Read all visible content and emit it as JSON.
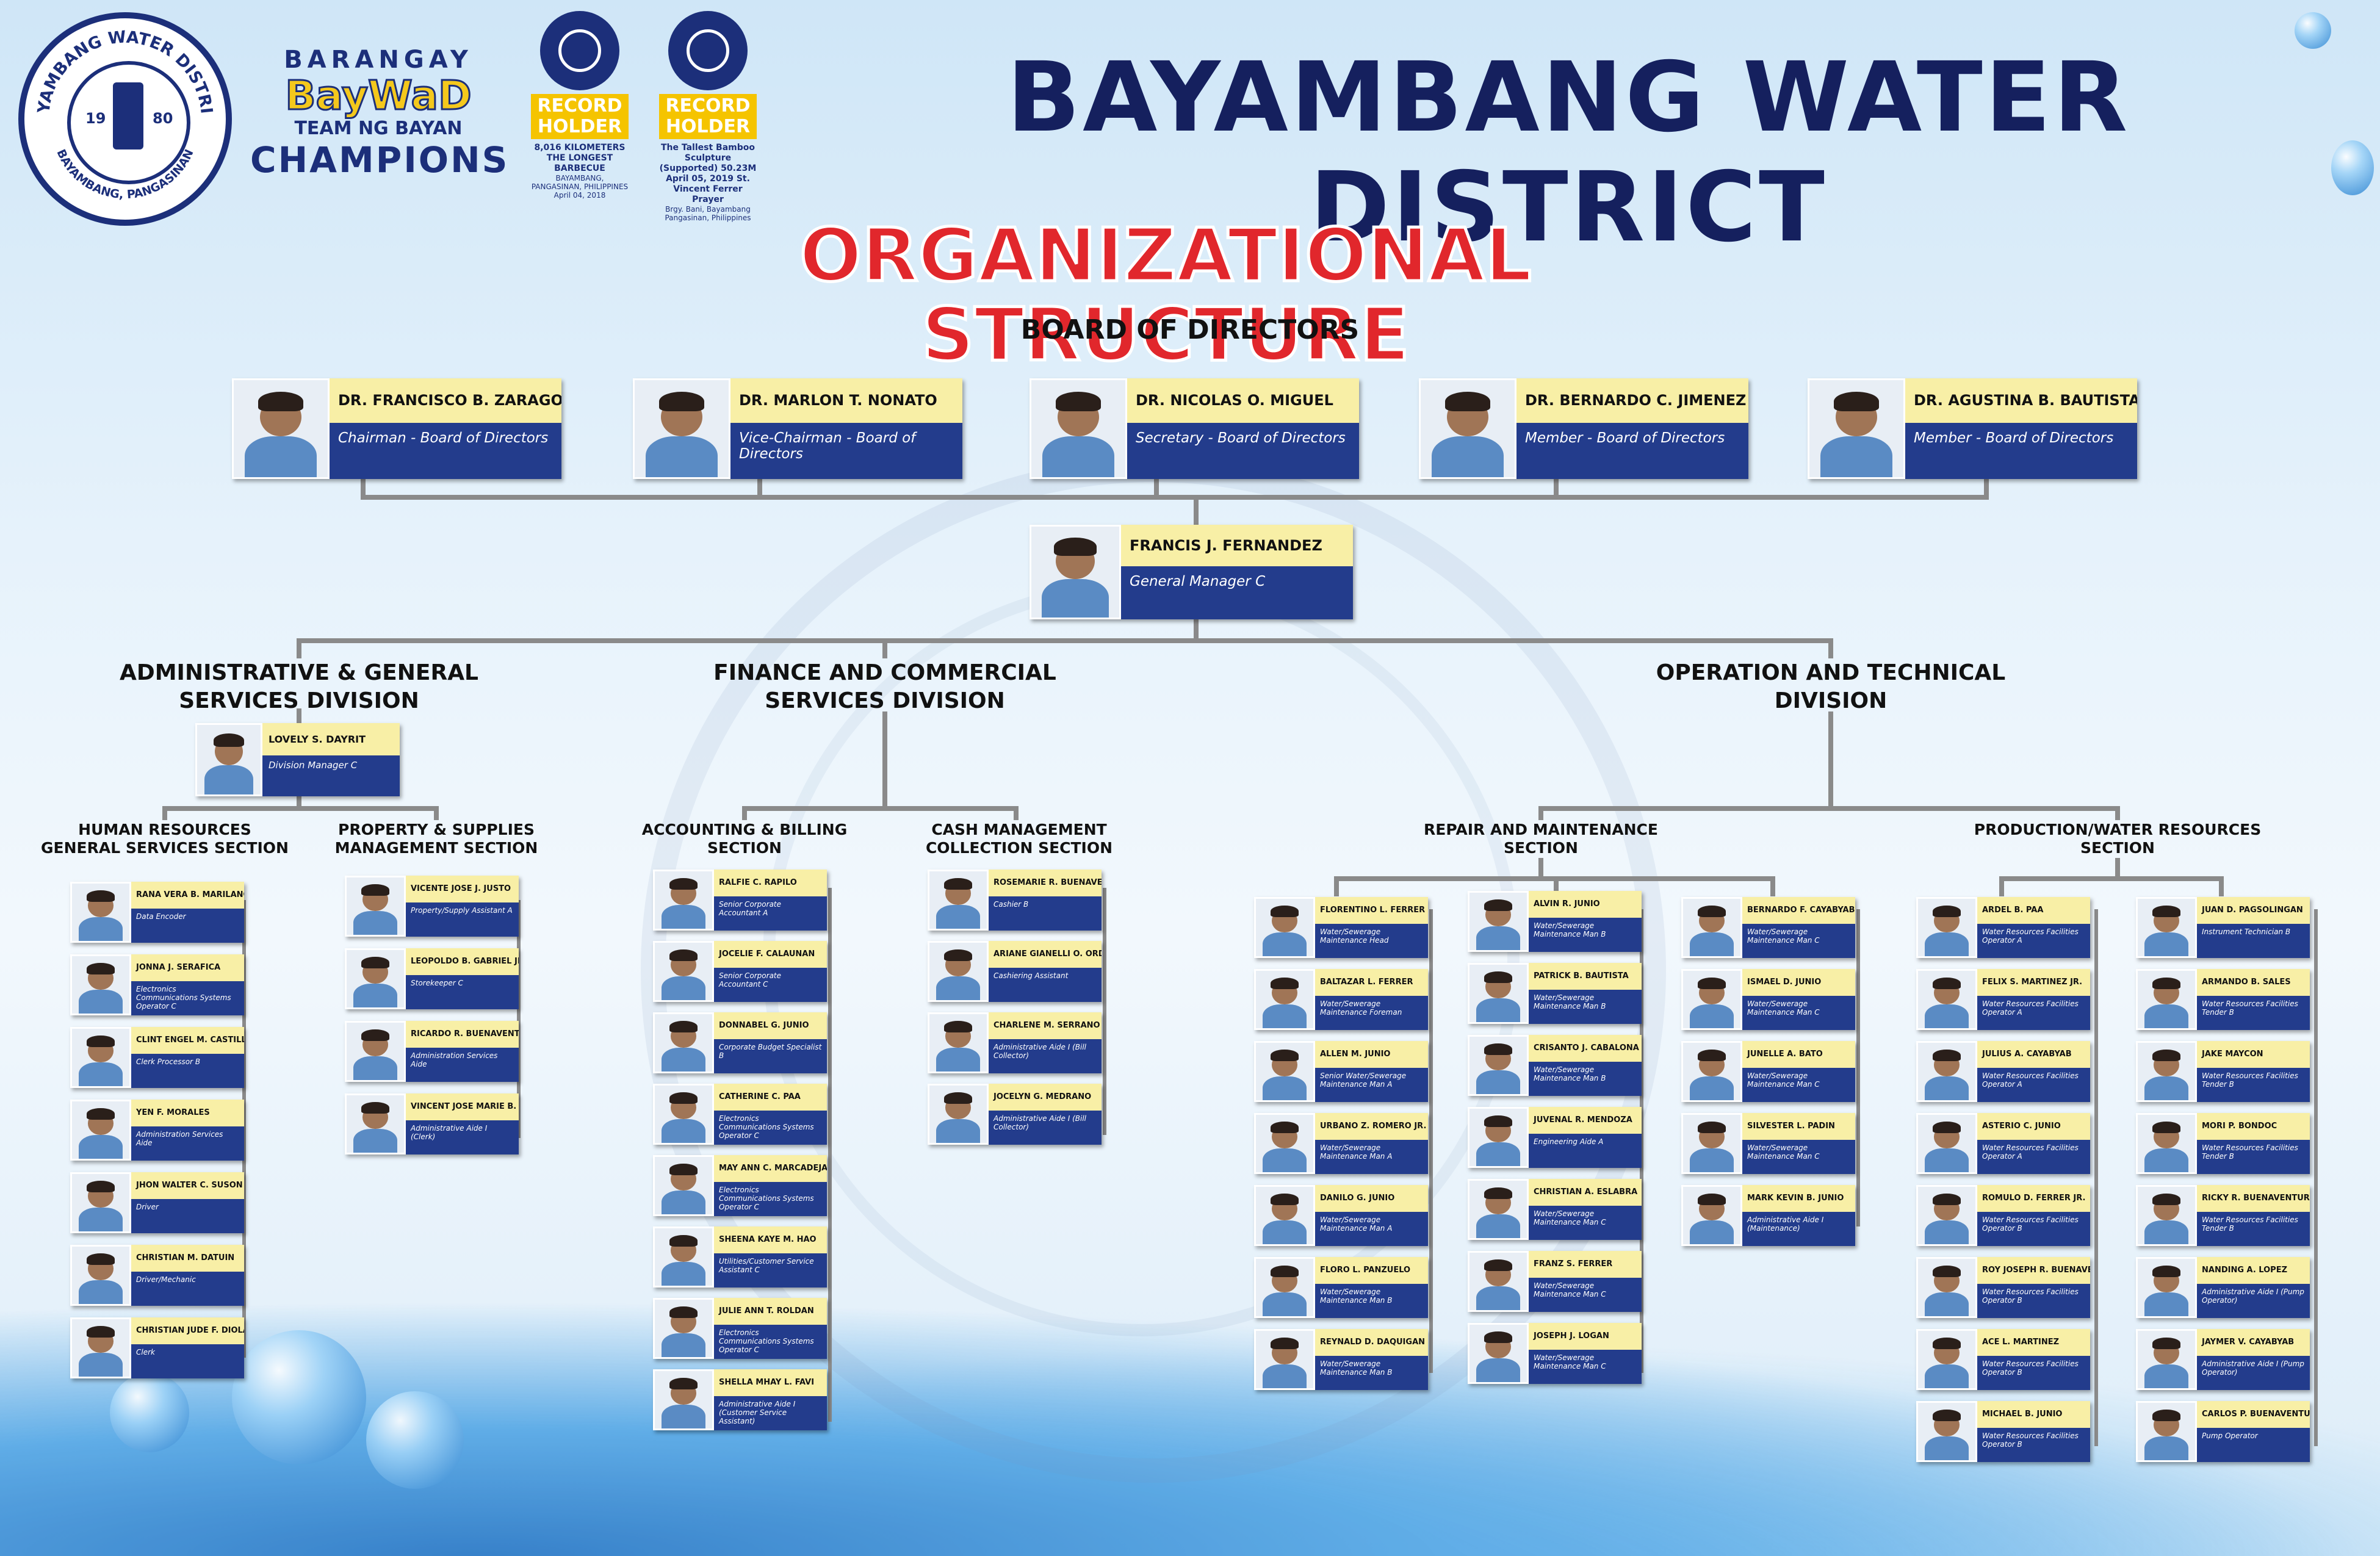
{
  "header": {
    "logo_text_top": "BAYAMBANG WATER DISTRICT",
    "logo_text_bottom": "BAYAMBANG, PANGASINAN",
    "logo_year_left": "19",
    "logo_year_right": "80",
    "baywad_line1": "BARANGAY",
    "baywad_line2": "BayWaD",
    "baywad_line3": "TEAM NG BAYAN",
    "baywad_line4": "CHAMPIONS",
    "guinness": [
      {
        "badge": "RECORD HOLDER",
        "caption": "8,016 KILOMETERS THE LONGEST BARBECUE",
        "sub": "BAYAMBANG, PANGASINAN, PHILIPPINES April 04, 2018"
      },
      {
        "badge": "RECORD HOLDER",
        "caption": "The Tallest Bamboo Sculpture (Supported) 50.23M April 05, 2019 St. Vincent Ferrer Prayer",
        "sub": "Brgy. Bani, Bayambang Pangasinan, Philippines"
      }
    ],
    "title": "BAYAMBANG WATER DISTRICT",
    "subtitle": "ORGANIZATIONAL STRUCTURE",
    "board_title": "BOARD OF DIRECTORS"
  },
  "board": [
    {
      "name": "DR. FRANCISCO B. ZARAGOZA",
      "position": "Chairman - Board of Directors"
    },
    {
      "name": "DR. MARLON T. NONATO",
      "position": "Vice-Chairman - Board of Directors"
    },
    {
      "name": "DR. NICOLAS O. MIGUEL",
      "position": "Secretary - Board of Directors"
    },
    {
      "name": "DR. BERNARDO C. JIMENEZ",
      "position": "Member - Board of Directors"
    },
    {
      "name": "DR. AGUSTINA B. BAUTISTA",
      "position": "Member - Board of Directors"
    }
  ],
  "gm": {
    "name": "FRANCIS J. FERNANDEZ",
    "position": "General Manager C"
  },
  "divisions": {
    "admin": "ADMINISTRATIVE & GENERAL SERVICES DIVISION",
    "finance": "FINANCE AND COMMERCIAL SERVICES DIVISION",
    "operation": "OPERATION AND TECHNICAL DIVISION"
  },
  "admin_head": {
    "name": "LOVELY S. DAYRIT",
    "position": "Division Manager C"
  },
  "sections": {
    "hr": "HUMAN RESOURCES GENERAL SERVICES SECTION",
    "property": "PROPERTY & SUPPLIES MANAGEMENT SECTION",
    "accounting": "ACCOUNTING & BILLING SECTION",
    "cash": "CASH MANAGEMENT COLLECTION SECTION",
    "repair": "REPAIR AND MAINTENANCE SECTION",
    "production": "PRODUCTION/WATER RESOURCES SECTION"
  },
  "staff": {
    "hr": [
      {
        "name": "RANA VERA B. MARILANG",
        "position": "Data Encoder"
      },
      {
        "name": "JONNA J. SERAFICA",
        "position": "Electronics Communications Systems Operator C"
      },
      {
        "name": "CLINT ENGEL M. CASTILLO",
        "position": "Clerk Processor B"
      },
      {
        "name": "YEN F. MORALES",
        "position": "Administration Services Aide"
      },
      {
        "name": "JHON WALTER C. SUSON",
        "position": "Driver"
      },
      {
        "name": "CHRISTIAN M. DATUIN",
        "position": "Driver/Mechanic"
      },
      {
        "name": "CHRISTIAN JUDE F. DIOLA",
        "position": "Clerk"
      }
    ],
    "property": [
      {
        "name": "VICENTE JOSE J. JUSTO",
        "position": "Property/Supply Assistant A"
      },
      {
        "name": "LEOPOLDO B. GABRIEL JR.",
        "position": "Storekeeper C"
      },
      {
        "name": "RICARDO R. BUENAVENTURA",
        "position": "Administration Services Aide"
      },
      {
        "name": "VINCENT JOSE MARIE B. JUSTO",
        "position": "Administrative Aide I (Clerk)"
      }
    ],
    "accounting": [
      {
        "name": "RALFIE C. RAPILO",
        "position": "Senior Corporate Accountant A"
      },
      {
        "name": "JOCELIE F. CALAUNAN",
        "position": "Senior Corporate Accountant C"
      },
      {
        "name": "DONNABEL G. JUNIO",
        "position": "Corporate Budget Specialist B"
      },
      {
        "name": "CATHERINE C. PAA",
        "position": "Electronics Communications Systems Operator C"
      },
      {
        "name": "MAY ANN C. MARCADEJAS",
        "position": "Electronics Communications Systems Operator C"
      },
      {
        "name": "SHEENA KAYE M. HAO",
        "position": "Utilities/Customer Service Assistant C"
      },
      {
        "name": "JULIE ANN T. ROLDAN",
        "position": "Electronics Communications Systems Operator C"
      },
      {
        "name": "SHELLA MHAY L. FAVI",
        "position": "Administrative Aide I (Customer Service Assistant)"
      }
    ],
    "cash": [
      {
        "name": "ROSEMARIE R. BUENAVENTURA",
        "position": "Cashier B"
      },
      {
        "name": "ARIANE GIANELLI O. ORDUÑA",
        "position": "Cashiering Assistant"
      },
      {
        "name": "CHARLENE M. SERRANO",
        "position": "Administrative Aide I (Bill Collector)"
      },
      {
        "name": "JOCELYN G. MEDRANO",
        "position": "Administrative Aide I (Bill Collector)"
      }
    ],
    "repair1": [
      {
        "name": "FLORENTINO L. FERRER",
        "position": "Water/Sewerage Maintenance Head"
      },
      {
        "name": "BALTAZAR L. FERRER",
        "position": "Water/Sewerage Maintenance Foreman"
      },
      {
        "name": "ALLEN M. JUNIO",
        "position": "Senior Water/Sewerage Maintenance Man A"
      },
      {
        "name": "URBANO Z. ROMERO JR.",
        "position": "Water/Sewerage Maintenance Man A"
      },
      {
        "name": "DANILO G. JUNIO",
        "position": "Water/Sewerage Maintenance Man A"
      },
      {
        "name": "FLORO L. PANZUELO",
        "position": "Water/Sewerage Maintenance Man B"
      },
      {
        "name": "REYNALD D. DAQUIGAN",
        "position": "Water/Sewerage Maintenance Man B"
      }
    ],
    "repair2": [
      {
        "name": "ALVIN R. JUNIO",
        "position": "Water/Sewerage Maintenance Man B"
      },
      {
        "name": "PATRICK B. BAUTISTA",
        "position": "Water/Sewerage Maintenance Man B"
      },
      {
        "name": "CRISANTO J. CABALONA",
        "position": "Water/Sewerage Maintenance Man B"
      },
      {
        "name": "JUVENAL R. MENDOZA",
        "position": "Engineering Aide A"
      },
      {
        "name": "CHRISTIAN A. ESLABRA",
        "position": "Water/Sewerage Maintenance Man C"
      },
      {
        "name": "FRANZ S. FERRER",
        "position": "Water/Sewerage Maintenance Man C"
      },
      {
        "name": "JOSEPH J. LOGAN",
        "position": "Water/Sewerage Maintenance Man C"
      }
    ],
    "repair3": [
      {
        "name": "BERNARDO F. CAYABYAB JR.",
        "position": "Water/Sewerage Maintenance Man C"
      },
      {
        "name": "ISMAEL D. JUNIO",
        "position": "Water/Sewerage Maintenance Man C"
      },
      {
        "name": "JUNELLE A. BATO",
        "position": "Water/Sewerage Maintenance Man C"
      },
      {
        "name": "SILVESTER L. PADIN",
        "position": "Water/Sewerage Maintenance Man C"
      },
      {
        "name": "MARK KEVIN B. JUNIO",
        "position": "Administrative Aide I (Maintenance)"
      }
    ],
    "production1": [
      {
        "name": "ARDEL B. PAA",
        "position": "Water Resources Facilities Operator A"
      },
      {
        "name": "FELIX S. MARTINEZ JR.",
        "position": "Water Resources Facilities Operator A"
      },
      {
        "name": "JULIUS A. CAYABYAB",
        "position": "Water Resources Facilities Operator A"
      },
      {
        "name": "ASTERIO C. JUNIO",
        "position": "Water Resources Facilities Operator A"
      },
      {
        "name": "ROMULO D. FERRER JR.",
        "position": "Water Resources Facilities Operator B"
      },
      {
        "name": "ROY JOSEPH R. BUENAVENTURA",
        "position": "Water Resources Facilities Operator B"
      },
      {
        "name": "ACE L. MARTINEZ",
        "position": "Water Resources Facilities Operator B"
      },
      {
        "name": "MICHAEL B. JUNIO",
        "position": "Water Resources Facilities Operator B"
      }
    ],
    "production2": [
      {
        "name": "JUAN D. PAGSOLINGAN",
        "position": "Instrument Technician B"
      },
      {
        "name": "ARMANDO B. SALES",
        "position": "Water Resources Facilities Tender B"
      },
      {
        "name": "JAKE MAYCON",
        "position": "Water Resources Facilities Tender B"
      },
      {
        "name": "MORI P. BONDOC",
        "position": "Water Resources Facilities Tender B"
      },
      {
        "name": "RICKY R. BUENAVENTURA",
        "position": "Water Resources Facilities Tender B"
      },
      {
        "name": "NANDING A. LOPEZ",
        "position": "Administrative Aide I (Pump Operator)"
      },
      {
        "name": "JAYMER V. CAYABYAB",
        "position": "Administrative Aide I (Pump Operator)"
      },
      {
        "name": "CARLOS P. BUENAVENTURA JR.",
        "position": "Pump Operator"
      }
    ]
  },
  "colors": {
    "navy": "#233c8c",
    "name_bg": "#f8efa6",
    "title_red": "#e1272c",
    "title_navy": "#15205e"
  }
}
